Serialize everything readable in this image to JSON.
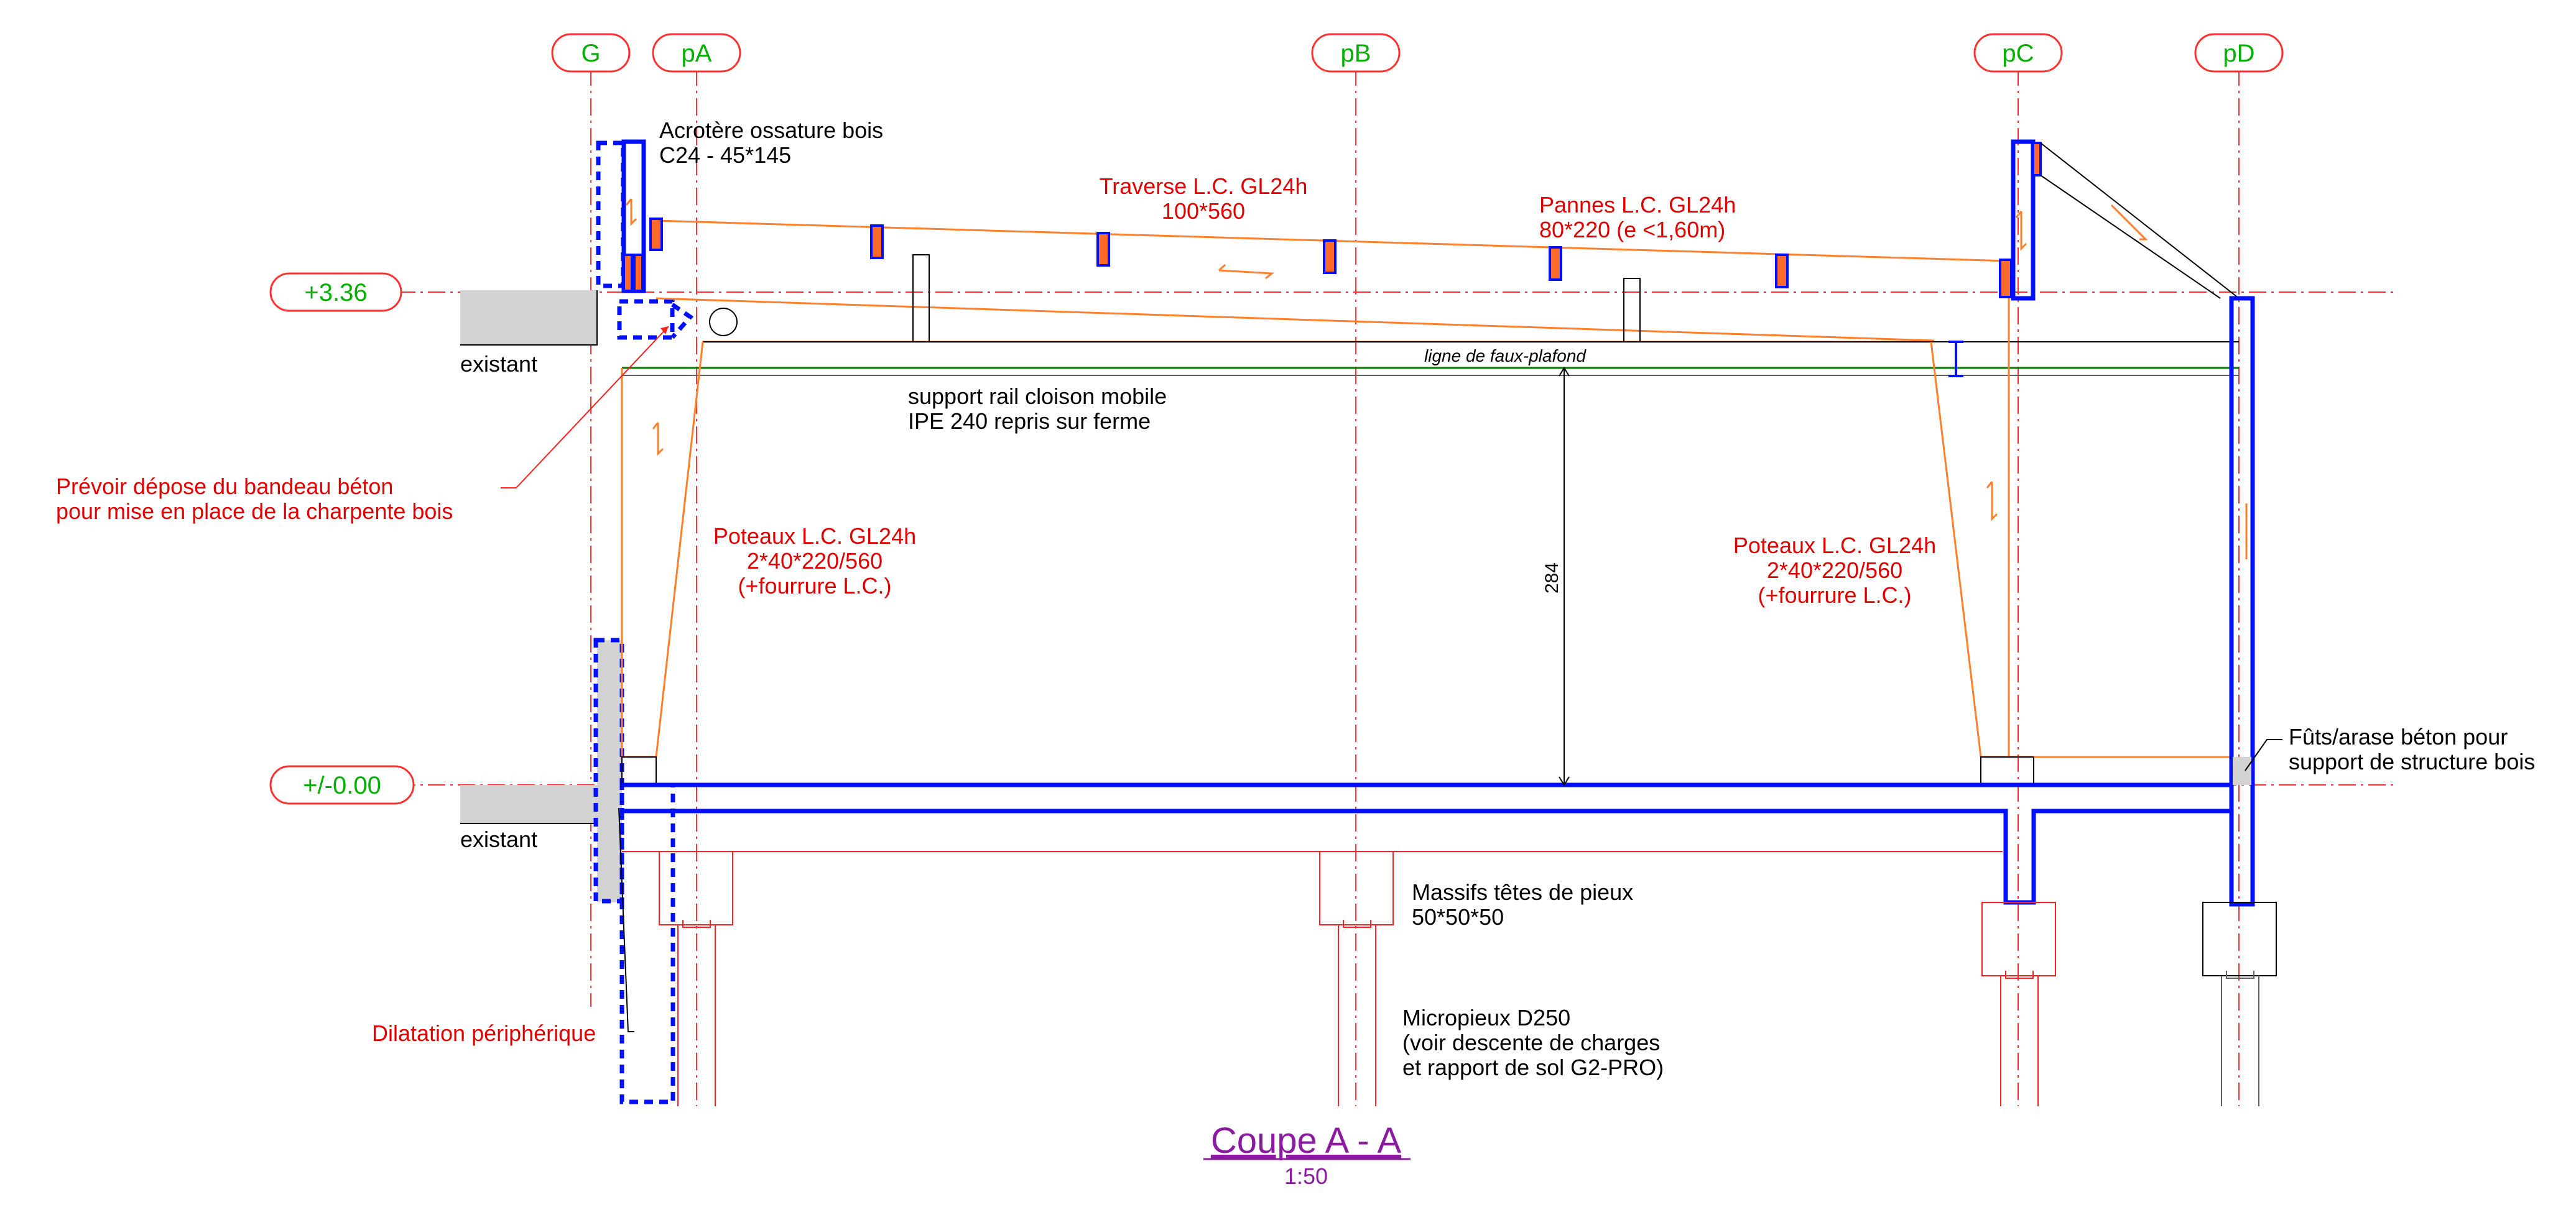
{
  "grid_labels": [
    "G",
    "pA",
    "pB",
    "pC",
    "pD"
  ],
  "levels": {
    "top": "+3.36",
    "ground": "+/-0.00"
  },
  "labels": {
    "acrotere_line1": "Acrotère ossature bois",
    "acrotere_line2": "C24 - 45*145",
    "traverse_line1": "Traverse L.C. GL24h",
    "traverse_line2": "100*560",
    "pannes_line1": "Pannes L.C. GL24h",
    "pannes_line2": "80*220 (e <1,60m)",
    "existant_top": "existant",
    "existant_bottom": "existant",
    "faux_plafond": "ligne de faux-plafond",
    "rail_line1": "support rail cloison mobile",
    "rail_line2": "IPE 240 repris sur ferme",
    "depose_line1": "Prévoir dépose du bandeau béton",
    "depose_line2": "pour mise en place de la charpente bois",
    "poteaux_left_line1": "Poteaux L.C. GL24h",
    "poteaux_left_line2": "2*40*220/560",
    "poteaux_left_line3": "(+fourrure L.C.)",
    "poteaux_right_line1": "Poteaux L.C. GL24h",
    "poteaux_right_line2": "2*40*220/560",
    "poteaux_right_line3": "(+fourrure L.C.)",
    "dimension": "284",
    "futs_line1": "Fûts/arase béton pour",
    "futs_line2": "support de structure bois",
    "massifs_line1": "Massifs têtes de pieux",
    "massifs_line2": "50*50*50",
    "dilatation": "Dilatation périphérique",
    "micropieux_line1": "Micropieux D250",
    "micropieux_line2": "(voir descente de charges",
    "micropieux_line3": "et rapport de sol G2-PRO)",
    "section_title": "Coupe A - A",
    "scale": "1:50"
  },
  "colors": {
    "structure_blue": "#0010ff",
    "timber_orange": "#ff7f2a",
    "annotation_red": "#e00000",
    "grid_green": "#00b000",
    "title_purple": "#8a1aa0",
    "existing_grey": "#d3d3d3"
  }
}
